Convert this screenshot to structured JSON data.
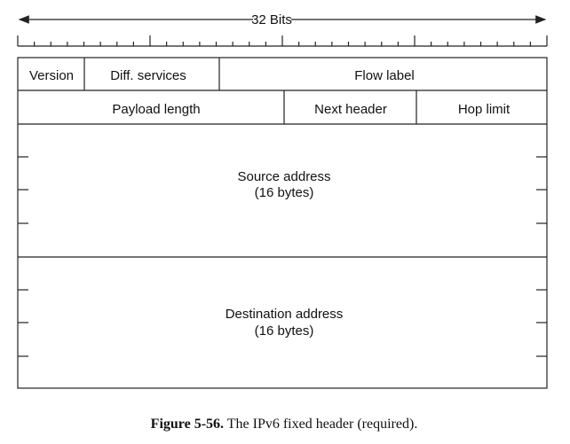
{
  "width_label": "32 Bits",
  "bit_count": 32,
  "fields": {
    "version": "Version",
    "diff_services": "Diff. services",
    "flow_label": "Flow label",
    "payload_length": "Payload length",
    "next_header": "Next header",
    "hop_limit": "Hop limit",
    "source_address": "Source address",
    "source_size": "(16 bytes)",
    "destination_address": "Destination address",
    "destination_size": "(16 bytes)"
  },
  "caption": {
    "label": "Figure 5-56.",
    "text": " The IPv6 fixed header (required)."
  }
}
